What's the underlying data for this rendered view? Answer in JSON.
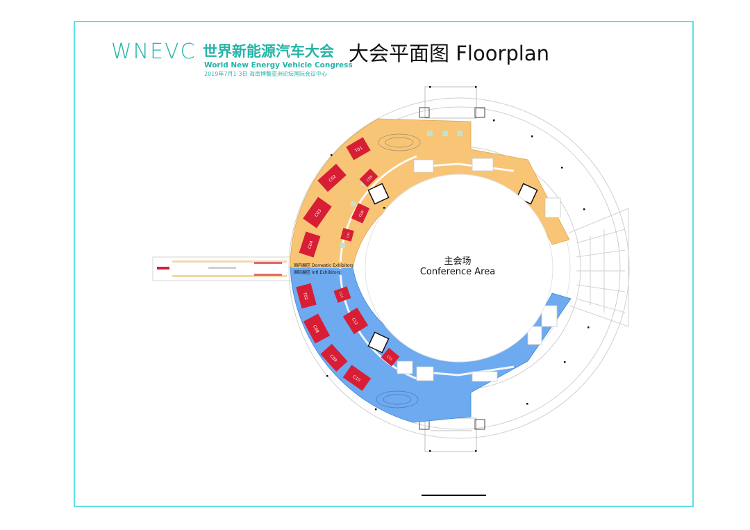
{
  "header": {
    "logo_wordmark": "WNEVC",
    "logo_cn": "世界新能源汽车大会",
    "logo_en": "World New Energy Vehicle Congress",
    "logo_date": "2019年7月1-3日 海南博鳌亚洲论坛国际会议中心",
    "title": "大会平面图 Floorplan"
  },
  "center": {
    "label_cn": "主会场",
    "label_en": "Conference Area"
  },
  "zones": {
    "domestic": {
      "label": "国内展区 Domestic Exhibitors",
      "color": "#f8c476"
    },
    "international": {
      "label": "国际展区 Intl Exhibitors",
      "color": "#6eaaf0"
    }
  },
  "booths": {
    "domestic": [
      "T01",
      "C02",
      "C03",
      "C04",
      "C05",
      "C06",
      "C07"
    ],
    "international": [
      "T02",
      "C08",
      "C09",
      "C10",
      "C11",
      "C12",
      "C13"
    ]
  },
  "colors": {
    "frame": "#5fe0e6",
    "brand": "#27b4a8",
    "booth": "#d71e35",
    "line": "#b9b9b9"
  }
}
